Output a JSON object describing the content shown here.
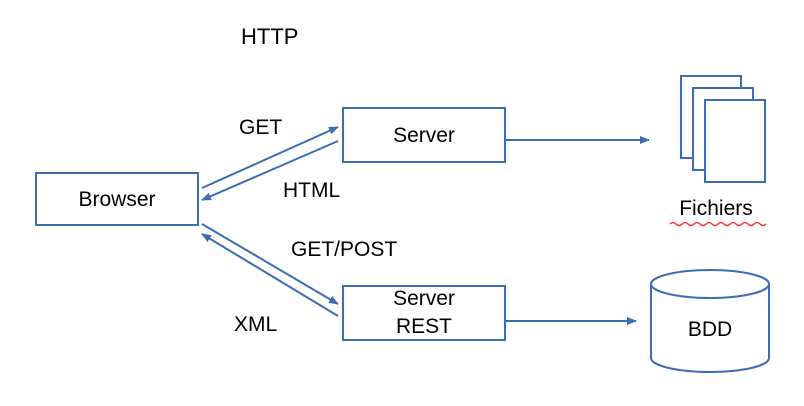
{
  "title": "HTTP",
  "nodes": {
    "browser": "Browser",
    "server": "Server",
    "server_rest": {
      "line1": "Server",
      "line2": "REST"
    },
    "files": "Fichiers",
    "database": "BDD"
  },
  "edge_labels": {
    "get": "GET",
    "html": "HTML",
    "get_post": "GET/POST",
    "xml": "XML"
  },
  "colors": {
    "stroke": "#3c6db3",
    "text": "#000000",
    "spellcheck_underline": "#e53935"
  }
}
